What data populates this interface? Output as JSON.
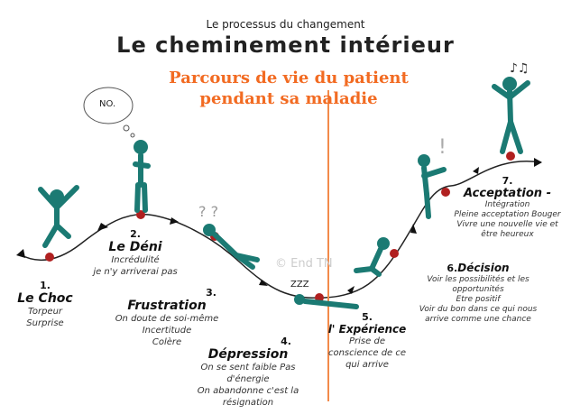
{
  "header": {
    "kicker": "Le processus du changement",
    "title": "Le cheminement intérieur",
    "overlay_title_line1": "Parcours de vie du patient",
    "overlay_title_line2": "pendant sa maladie",
    "overlay_color": "#f26b22"
  },
  "stages": [
    {
      "number": "1.",
      "name": "Le Choc",
      "lines": [
        "Torpeur",
        "Surprise"
      ]
    },
    {
      "number": "2.",
      "name": "Le Déni",
      "lines": [
        "Incrédulité",
        "je n'y arriverai pas"
      ]
    },
    {
      "number": "3.",
      "name": "Frustration",
      "lines": [
        "On doute de soi-même",
        "Incertitude",
        "Colère"
      ]
    },
    {
      "number": "4.",
      "name": "Dépression",
      "lines": [
        "On se sent faible Pas",
        "d'énergie",
        "On abandonne c'est la",
        "résignation"
      ]
    },
    {
      "number": "5.",
      "name": "l' Expérience",
      "lines": [
        "Prise de",
        "conscience de ce",
        "qui arrive"
      ]
    },
    {
      "number": "6.",
      "name": "Décision",
      "lines": [
        "Voir les possibilités et les",
        "opportunités",
        "Etre positif",
        "Voir du bon dans ce qui nous",
        "arrive comme une chance"
      ]
    },
    {
      "number": "7.",
      "name": "Acceptation -",
      "lines": [
        "Intégration",
        "Pleine acceptation Bouger",
        "Vivre une nouvelle vie et",
        "être heureux"
      ]
    }
  ],
  "bubbles": {
    "no": "NO.",
    "zzz": "ZZZ"
  },
  "watermark": "© End TN",
  "colors": {
    "figure": "#1b7a73",
    "dot": "#b02020",
    "curve": "#222222",
    "divider": "#f28a4a"
  }
}
